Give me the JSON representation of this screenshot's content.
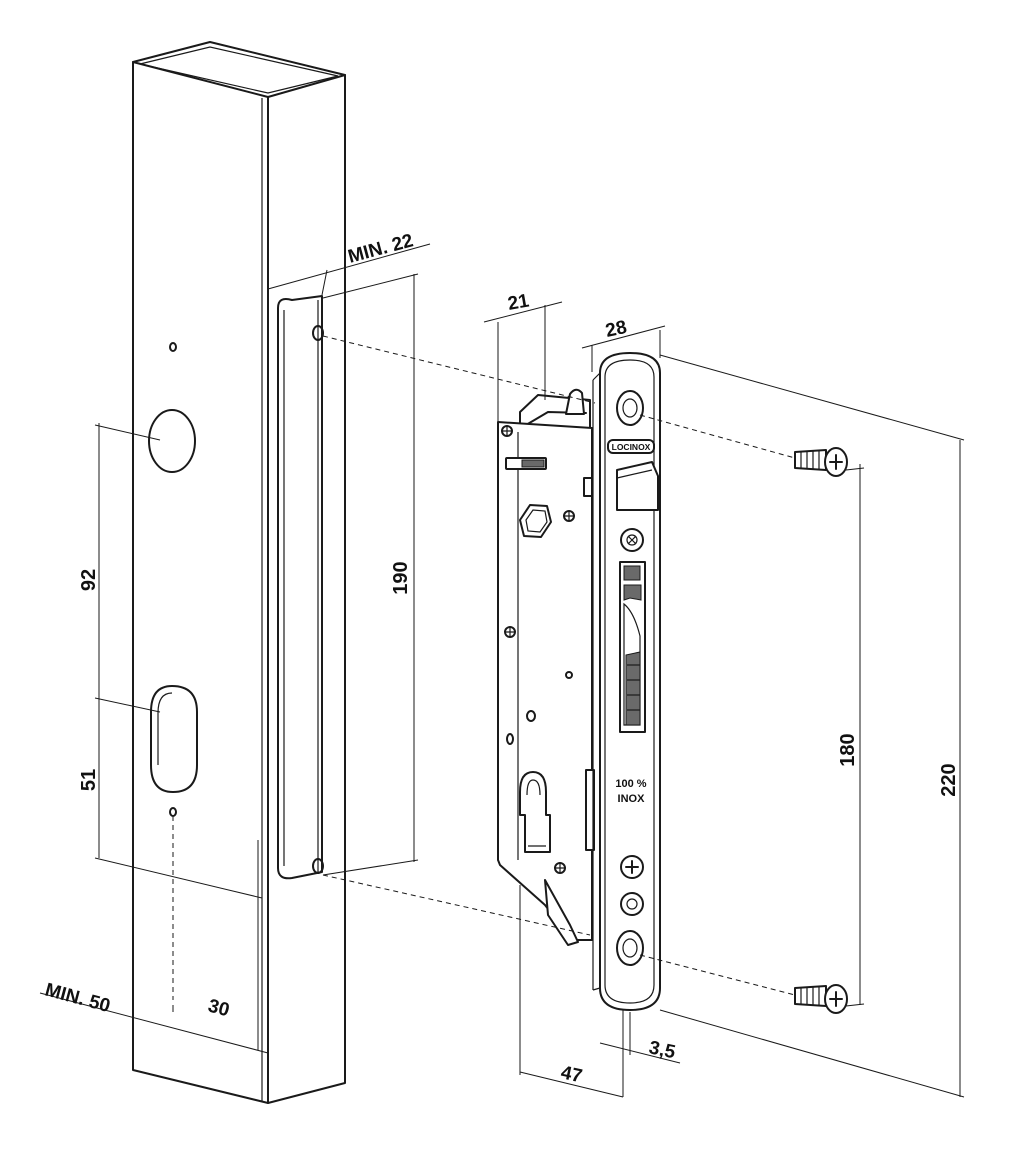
{
  "dimensions": {
    "min_22": "MIN. 22",
    "d21": "21",
    "d28": "28",
    "d92": "92",
    "d51": "51",
    "d190": "190",
    "d180": "180",
    "d220": "220",
    "min_50": "MIN. 50",
    "d30": "30",
    "d47": "47",
    "d3_5": "3,5"
  },
  "faceplate": {
    "brand": "LOCINOX",
    "material_line1": "100 %",
    "material_line2": "INOX"
  },
  "colors": {
    "line": "#1a1a1a",
    "background": "#ffffff",
    "latch_grey": "#6a6a6a"
  }
}
